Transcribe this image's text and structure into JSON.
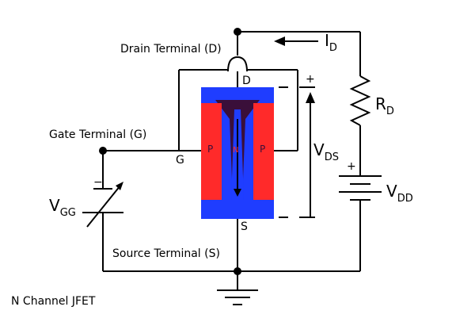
{
  "labels": {
    "drain_terminal": "Drain Terminal (D)",
    "gate_terminal": "Gate Terminal (G)",
    "source_terminal": "Source Terminal (S)",
    "caption": "N Channel JFET",
    "d": "D",
    "s": "S",
    "g": "G",
    "p_left": "P",
    "p_right": "P",
    "n": "N",
    "id_main": "I",
    "id_sub": "D",
    "rd_main": "R",
    "rd_sub": "D",
    "vds_main": "V",
    "vds_sub": "DS",
    "vdd_main": "V",
    "vdd_sub": "DD",
    "vgg_main": "V",
    "vgg_sub": "GG",
    "plus": "+",
    "minus": "−",
    "dash": "–"
  },
  "colors": {
    "wire": "#000000",
    "n_region": "#1f3dff",
    "p_region": "#ff2a2a",
    "channel": "#3a0f3a",
    "background": "#ffffff"
  }
}
